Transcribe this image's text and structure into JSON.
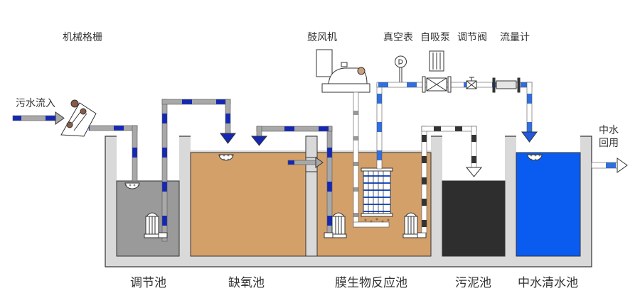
{
  "title": "膜生物反应器(MBR)中水回用工艺流程图",
  "labels": {
    "screen": "机械格栅",
    "inflow": "污水流入",
    "blower": "鼓风机",
    "vacuum_gauge": "真空表",
    "self_priming_pump": "自吸泵",
    "regulating_valve": "调节阀",
    "flow_meter": "流量计",
    "reuse_line1": "中水",
    "reuse_line2": "回用"
  },
  "tanks": [
    {
      "name": "调节池",
      "color": "#9a9a9a"
    },
    {
      "name": "缺氧池",
      "color": "#d4a06a"
    },
    {
      "name": "膜生物反应池",
      "color": "#d4a06a"
    },
    {
      "name": "污泥池",
      "color": "#2e2e2e"
    },
    {
      "name": "中水清水池",
      "color": "#0a5cf0"
    }
  ],
  "colors": {
    "wall": "#d9d9d9",
    "pipe_grey": "#a8a8a8",
    "pipe_blue": "#1428b4",
    "pipe_light_blue": "#2f6fe0",
    "outline": "#333333"
  }
}
